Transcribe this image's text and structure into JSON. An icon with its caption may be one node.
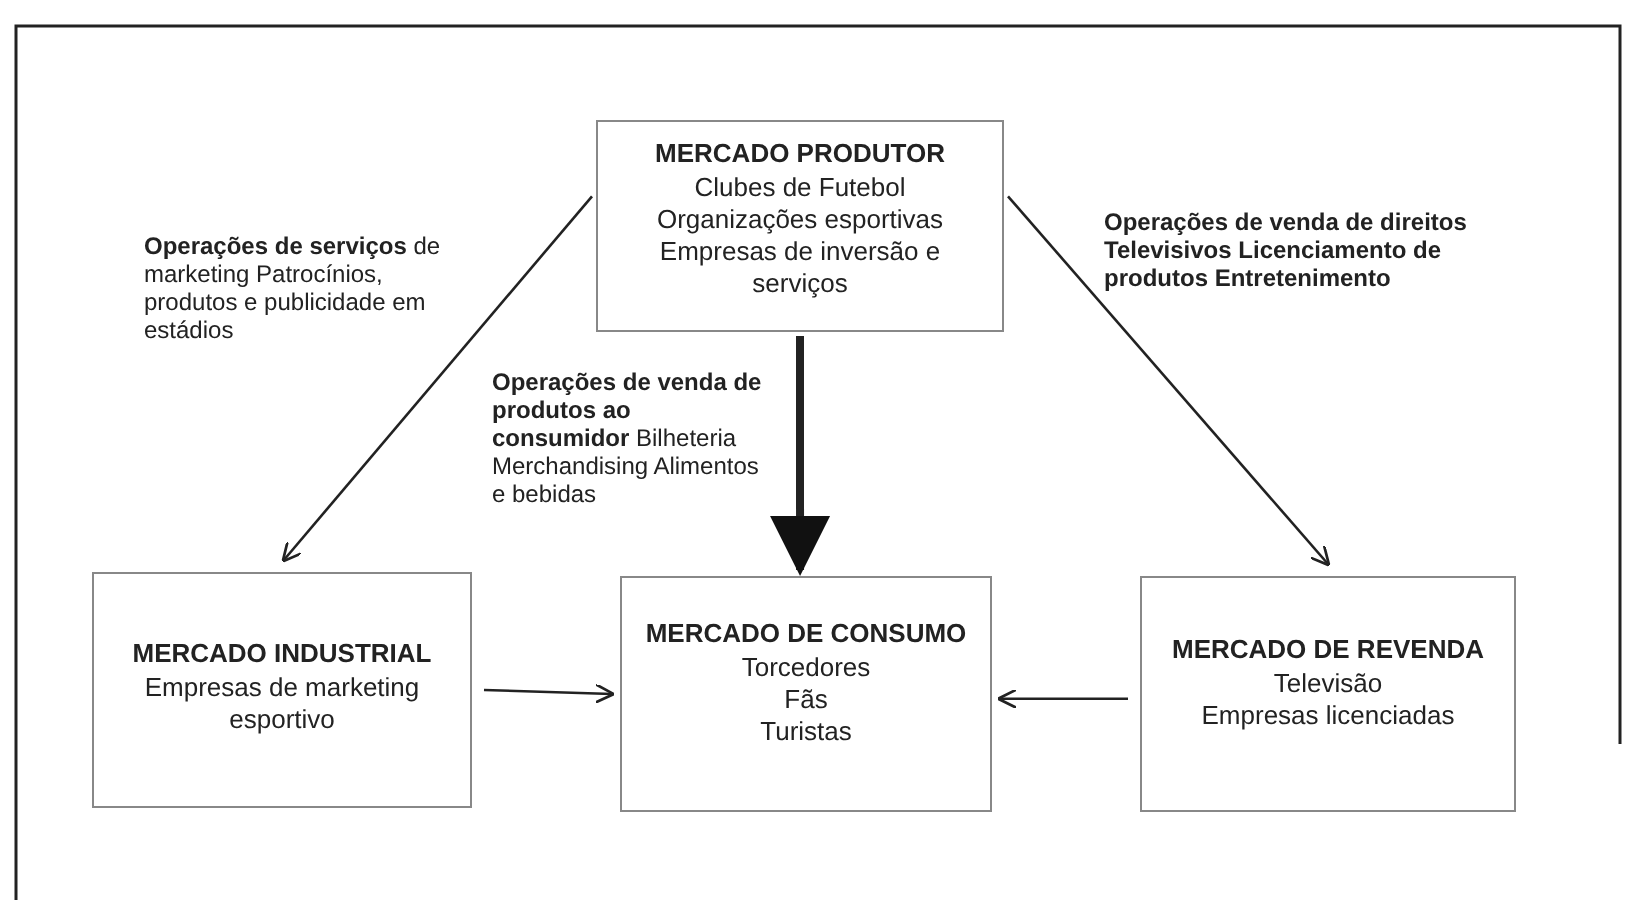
{
  "diagram": {
    "nodes": [
      {
        "text": [
          "MERCADO PRODUTOR",
          "Clubes de Futebol",
          "Organizações esportivas",
          "Empresas de inversão e serviços"
        ]
      },
      {
        "text": [
          "MERCADO INDUSTRIAL",
          "Empresas de marketing esportivo"
        ]
      },
      {
        "text": [
          "MERCADO DE CONSUMO",
          "Torcedores",
          "Fãs",
          "Turistas"
        ]
      },
      {
        "text": [
          "MERCADO DE REVENDA",
          "Televisão",
          "Empresas licenciadas"
        ]
      }
    ],
    "edges": [
      {
        "from": 0,
        "to": 1,
        "arrow": "to",
        "label": "**Operações de serviços** de marketing Patrocínios, produtos e publicidade em estádios"
      },
      {
        "from": 0,
        "to": 3,
        "arrow": "to",
        "label": "**Operações de venda de direitos Televisivos Licenciamento de produtos Entretenimento**"
      },
      {
        "from": 0,
        "to": 2,
        "arrow": "to",
        "style": "thick",
        "label": "**Operações de venda de produtos ao consumidor** Bilheteria Merchandising Alimentos e bebidas"
      },
      {
        "from": 1,
        "to": 2,
        "arrow": "to"
      },
      {
        "from": 3,
        "to": 2,
        "arrow": "to"
      }
    ]
  }
}
